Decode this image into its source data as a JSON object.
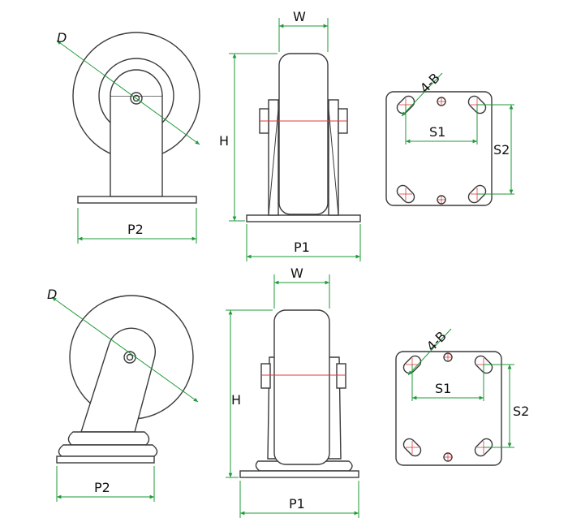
{
  "colors": {
    "outline": "#3a3a3a",
    "dimension": "#1f9a3a",
    "center": "#e23b3b",
    "background": "#ffffff"
  },
  "labels": {
    "top": {
      "side_diameter": "D",
      "side_base": "P2",
      "front_width": "W",
      "front_height": "H",
      "front_base": "P1",
      "plate_holes": "4-B",
      "plate_s1": "S1",
      "plate_s2": "S2"
    },
    "bottom": {
      "side_diameter": "D",
      "side_base": "P2",
      "front_width": "W",
      "front_height": "H",
      "front_base": "P1",
      "plate_holes": "4-B",
      "plate_s1": "S1",
      "plate_s2": "S2"
    }
  }
}
